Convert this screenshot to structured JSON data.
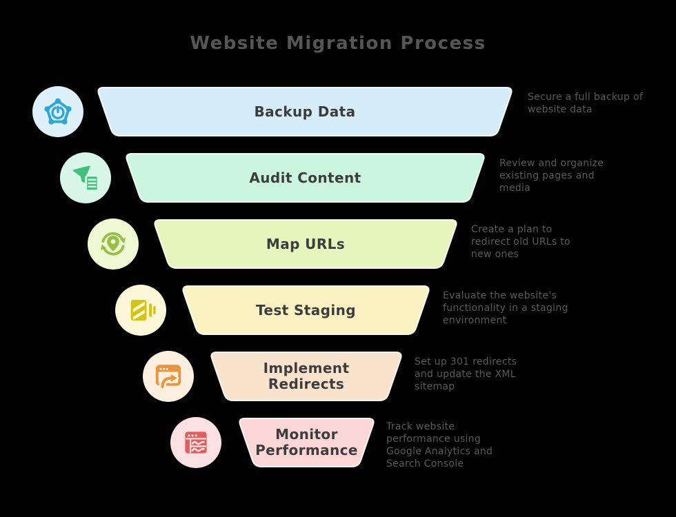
{
  "title": "Website Migration Process",
  "background": "#020202",
  "title_color": "#565656",
  "label_color": "#3d3d3d",
  "description_color": "#5a5a5a",
  "funnel": {
    "steps": [
      {
        "label": "Backup Data",
        "description": "Secure a full backup of website data",
        "color": "#d5ecf9",
        "icon": "backup-restore-icon",
        "icon_bg": "#def1fb",
        "icon_color": "#2aa7d6"
      },
      {
        "label": "Audit Content",
        "description": "Review and organize existing pages and media",
        "color": "#c9f6dd",
        "icon": "filter-document-icon",
        "icon_bg": "#d9f7e8",
        "icon_color": "#44c07e"
      },
      {
        "label": "Map URLs",
        "description": "Create a plan to redirect old URLs to new ones",
        "color": "#e5f5bb",
        "icon": "location-sync-icon",
        "icon_bg": "#eff7d3",
        "icon_color": "#97bf46"
      },
      {
        "label": "Test Staging",
        "description": "Evaluate the website's functionality in a staging environment",
        "color": "#faf2c0",
        "icon": "notebook-pages-icon",
        "icon_bg": "#fbf7d8",
        "icon_color": "#d4c414"
      },
      {
        "label": "Implement Redirects",
        "description": "Set up 301 redirects and update the XML sitemap",
        "color": "#fae3cc",
        "icon": "window-redirect-icon",
        "icon_bg": "#fcefe0",
        "icon_color": "#e8953e"
      },
      {
        "label": "Monitor Performance",
        "description": "Track website performance using Google Analytics and Search Console",
        "color": "#fbd6d6",
        "icon": "analytics-window-icon",
        "icon_bg": "#fce1e2",
        "icon_color": "#e25c5c"
      }
    ]
  }
}
